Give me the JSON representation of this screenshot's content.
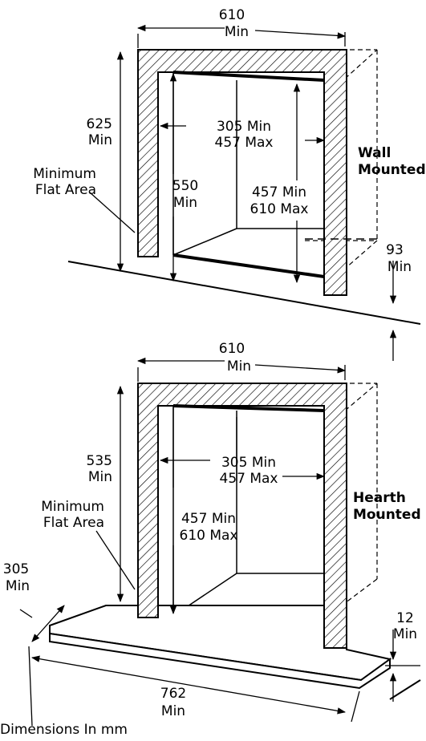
{
  "wall": {
    "width_value": "610",
    "width_unit": "Min",
    "height_value": "625",
    "height_unit": "Min",
    "opening_width_min": "305 Min",
    "opening_width_max": "457 Max",
    "opening_height_value": "550",
    "opening_height_unit": "Min",
    "depth_min": "457 Min",
    "depth_max": "610 Max",
    "flat_area_line1": "Minimum",
    "flat_area_line2": "Flat Area",
    "type_line1": "Wall",
    "type_line2": "Mounted",
    "floor_gap_value": "93",
    "floor_gap_unit": "Min"
  },
  "hearth": {
    "width_value": "610",
    "width_unit": "Min",
    "height_value": "535",
    "height_unit": "Min",
    "opening_width_min": "305 Min",
    "opening_width_max": "457 Max",
    "depth_min": "457 Min",
    "depth_max": "610 Max",
    "flat_area_line1": "Minimum",
    "flat_area_line2": "Flat Area",
    "type_line1": "Hearth",
    "type_line2": "Mounted",
    "hearth_depth_value": "305",
    "hearth_depth_unit": "Min",
    "hearth_thickness_value": "12",
    "hearth_thickness_unit": "Min",
    "hearth_width_value": "762",
    "hearth_width_unit": "Min"
  },
  "note": "Dimensions In mm"
}
